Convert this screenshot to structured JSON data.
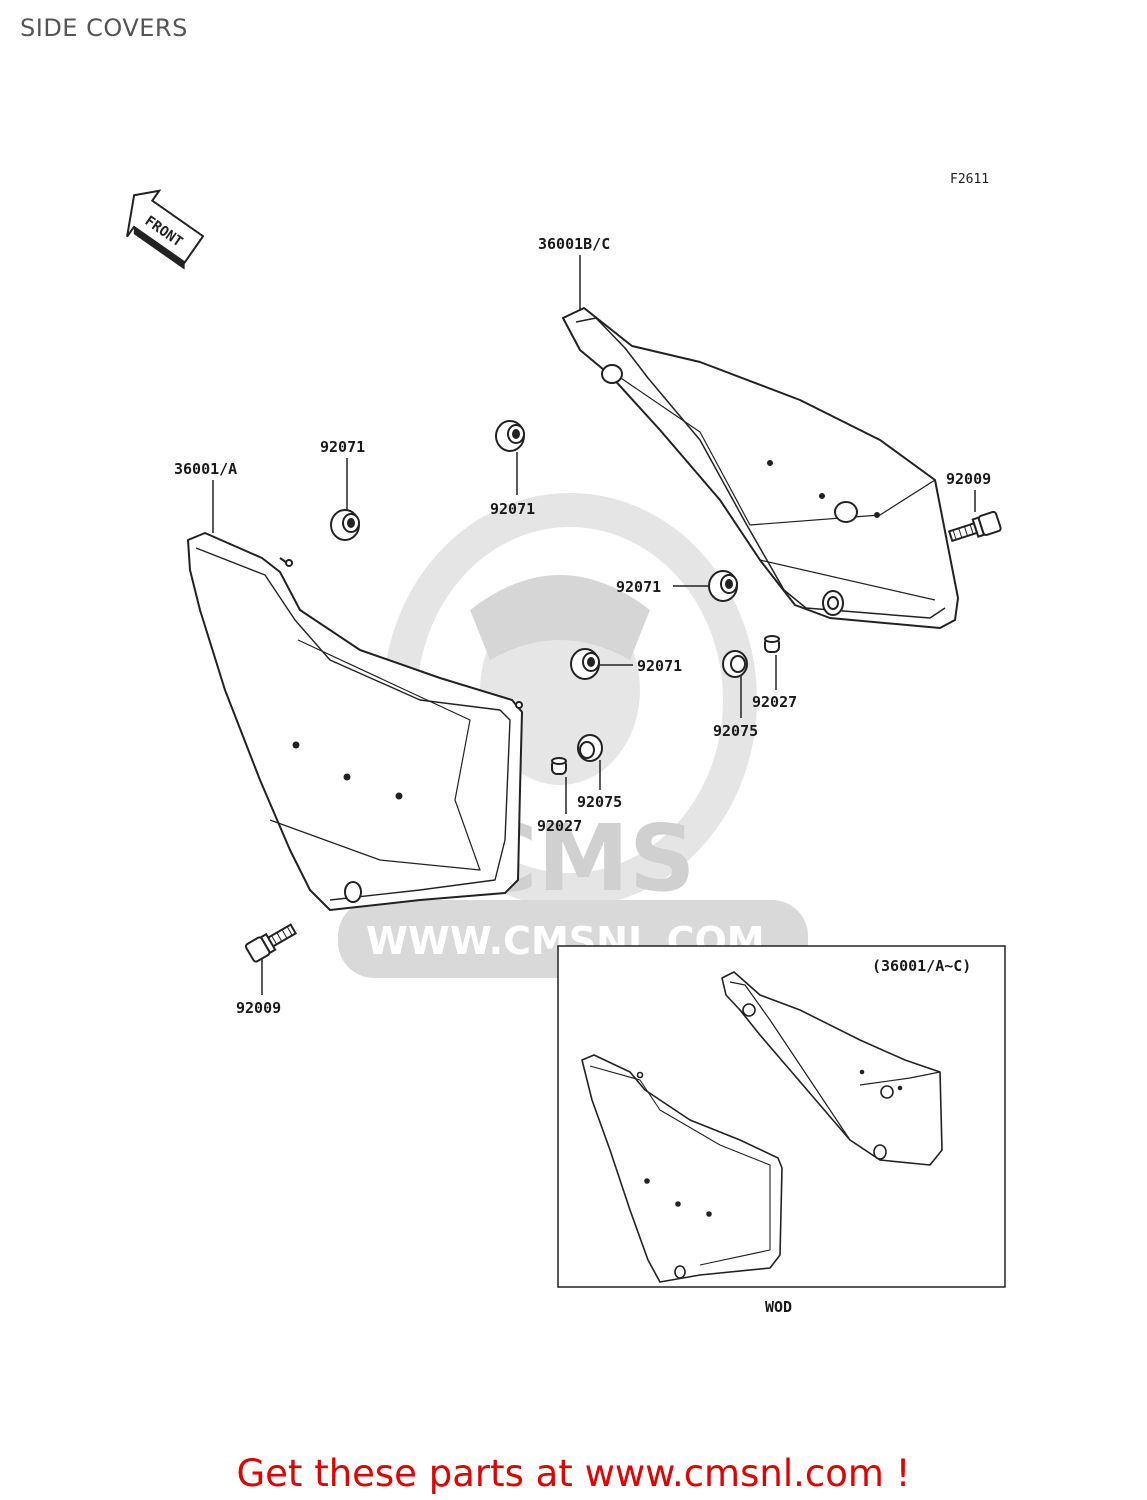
{
  "header": {
    "title": "SIDE COVERS",
    "figure_code": "F2611"
  },
  "front_arrow_label": "FRONT",
  "part_labels": {
    "cover_right": "36001B/C",
    "cover_left": "36001/A",
    "grommet_a": "92071",
    "grommet_b": "92071",
    "grommet_c": "92071",
    "grommet_d": "92071",
    "bolt_right": "92009",
    "bolt_left": "92009",
    "collar_a": "92027",
    "collar_b": "92027",
    "damper_a": "92075",
    "damper_b": "92075"
  },
  "inset": {
    "title": "(36001/A~C)",
    "caption": "WOD"
  },
  "watermark": {
    "brand": "CMS",
    "url": "WWW.CMSNL.COM"
  },
  "footer": {
    "link_text": "Get these parts at www.cmsnl.com !"
  },
  "colors": {
    "footer_red": "#e00000",
    "watermark_gray": "#d9d9d9",
    "line": "#222222"
  }
}
